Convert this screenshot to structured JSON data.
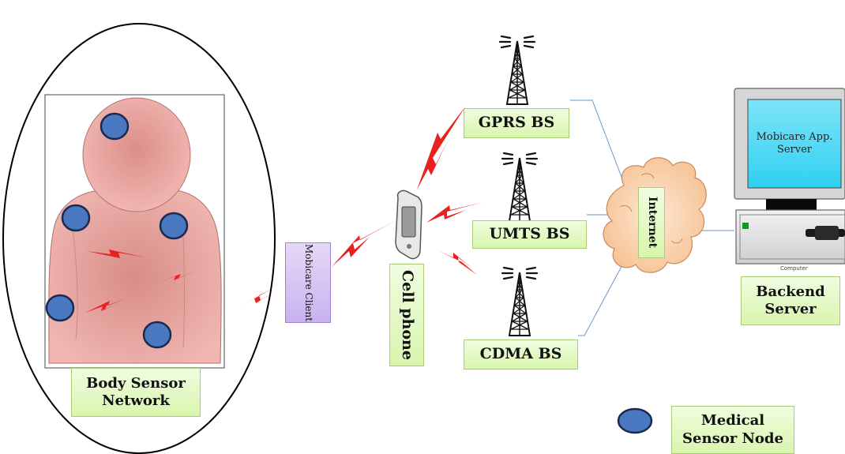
{
  "labels": {
    "body_sensor_network": "Body Sensor Network",
    "mobicare_client": "Mobicare Client",
    "cell_phone": "Cell phone",
    "gprs_bs": "GPRS BS",
    "umts_bs": "UMTS BS",
    "cdma_bs": "CDMA BS",
    "internet": "Internet",
    "backend_server": "Backend Server",
    "server_screen": "Mobicare App. Server",
    "computer_caption": "Computer",
    "legend_medical_sensor_node": "Medical Sensor Node"
  },
  "colors": {
    "sensor_node": "#4a78c0",
    "body": "#e8a6a0",
    "wireless_link": "#e82020",
    "network_line": "#6a96cc",
    "label_fill": "#e2f8c4",
    "client_fill": "#d6c6f2",
    "cloud": "#f8c89c",
    "screen": "#3ad4f4"
  },
  "icons": [
    "person-icon",
    "cell-phone-icon",
    "antenna-tower-icon",
    "cloud-icon",
    "computer-icon",
    "lightning-icon",
    "sensor-node-icon"
  ]
}
